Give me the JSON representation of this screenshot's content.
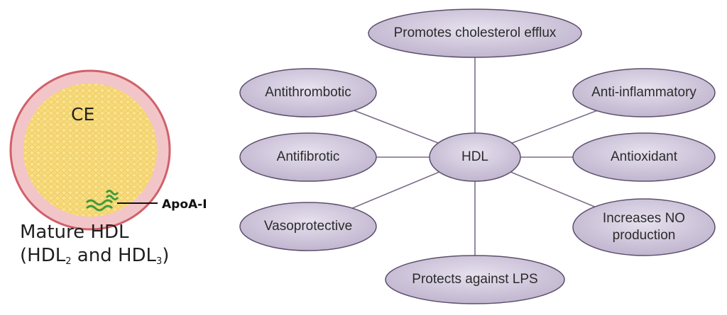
{
  "particle": {
    "core_label": "CE",
    "protein_label": "ApoA-I",
    "caption_line1": "Mature HDL",
    "caption_hdl2_base": "HDL",
    "caption_hdl2_sub": "2",
    "caption_and": " and ",
    "caption_hdl3_base": "HDL",
    "caption_hdl3_sub": "3",
    "colors": {
      "shell": "#f2c6c8",
      "shell_stroke": "#d1606a",
      "core": "#fbe58f",
      "apoa": "#3f9a3a"
    }
  },
  "hub": {
    "label": "HDL"
  },
  "functions": [
    {
      "id": "cholesterol-efflux",
      "label": "Promotes cholesterol efflux"
    },
    {
      "id": "antithrombotic",
      "label": "Antithrombotic"
    },
    {
      "id": "anti-inflammatory",
      "label": "Anti-inflammatory"
    },
    {
      "id": "antifibrotic",
      "label": "Antifibrotic"
    },
    {
      "id": "antioxidant",
      "label": "Antioxidant"
    },
    {
      "id": "vasoprotective",
      "label": "Vasoprotective"
    },
    {
      "id": "increases-no",
      "label": "Increases NO production"
    },
    {
      "id": "protects-lps",
      "label": "Protects against LPS"
    }
  ],
  "colors": {
    "node_fill": "#cfc7d9",
    "node_stroke": "#5c4e6c",
    "connector": "#7b6d8a"
  }
}
